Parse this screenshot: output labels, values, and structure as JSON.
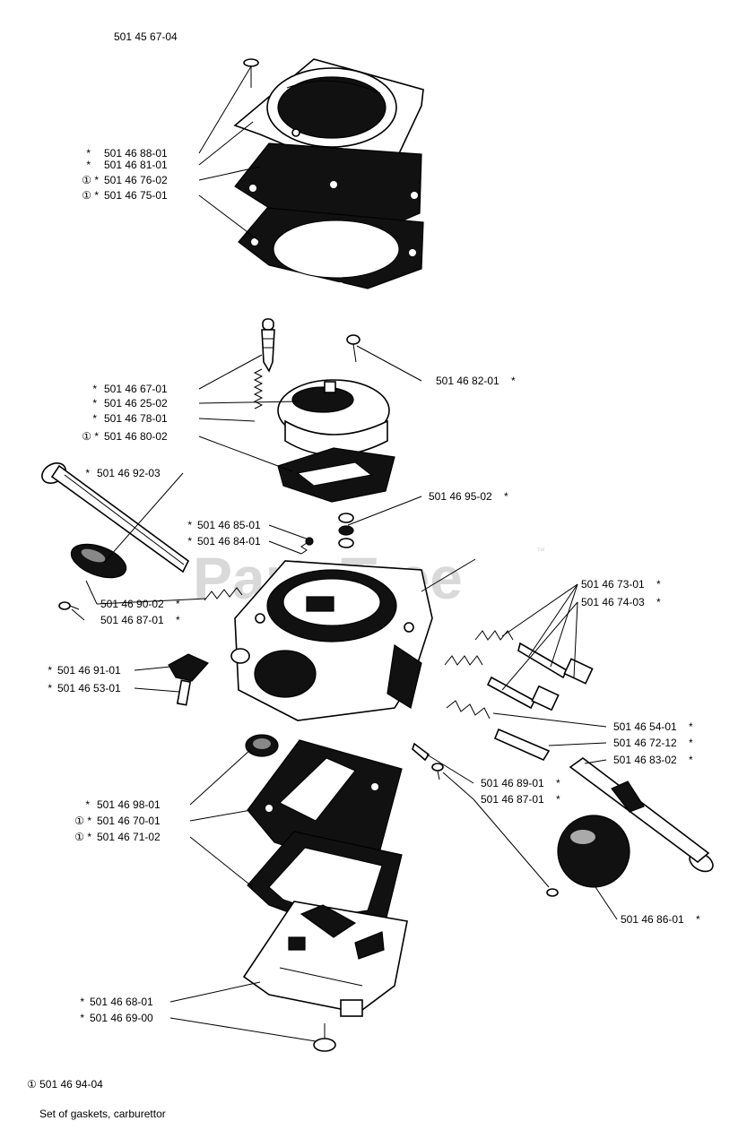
{
  "assembly_number": "501 45 67-04",
  "watermark": "PartsTree",
  "watermark_tm": "™",
  "labels": [
    {
      "id": "p8801",
      "text": "501 46 88-01",
      "prefix": "*",
      "suffix": ""
    },
    {
      "id": "p8101",
      "text": "501 46 81-01",
      "prefix": "*",
      "suffix": ""
    },
    {
      "id": "p7602",
      "text": "501 46 76-02",
      "prefix": "① *",
      "suffix": ""
    },
    {
      "id": "p7501",
      "text": "501 46 75-01",
      "prefix": "① *",
      "suffix": ""
    },
    {
      "id": "p6701",
      "text": "501 46 67-01",
      "prefix": "*",
      "suffix": ""
    },
    {
      "id": "p2502",
      "text": "501 46 25-02",
      "prefix": "*",
      "suffix": ""
    },
    {
      "id": "p7801",
      "text": "501 46 78-01",
      "prefix": "*",
      "suffix": ""
    },
    {
      "id": "p8002",
      "text": "501 46 80-02",
      "prefix": "① *",
      "suffix": ""
    },
    {
      "id": "p8201",
      "text": "501 46 82-01",
      "prefix": "",
      "suffix": "*"
    },
    {
      "id": "p9203",
      "text": "501 46 92-03",
      "prefix": "*",
      "suffix": ""
    },
    {
      "id": "p9502",
      "text": "501 46 95-02",
      "prefix": "",
      "suffix": "*"
    },
    {
      "id": "p8501",
      "text": "501 46 85-01",
      "prefix": "*",
      "suffix": ""
    },
    {
      "id": "p8401",
      "text": "501 46 84-01",
      "prefix": "*",
      "suffix": ""
    },
    {
      "id": "p7301",
      "text": "501 46 73-01",
      "prefix": "",
      "suffix": "*"
    },
    {
      "id": "p7403",
      "text": "501 46 74-03",
      "prefix": "",
      "suffix": "*"
    },
    {
      "id": "p9002",
      "text": "501 46 90-02",
      "prefix": "",
      "suffix": "*"
    },
    {
      "id": "p8701a",
      "text": "501 46 87-01",
      "prefix": "",
      "suffix": "*"
    },
    {
      "id": "p9101",
      "text": "501 46 91-01",
      "prefix": "*",
      "suffix": ""
    },
    {
      "id": "p5301",
      "text": "501 46 53-01",
      "prefix": "*",
      "suffix": ""
    },
    {
      "id": "p5401",
      "text": "501 46 54-01",
      "prefix": "",
      "suffix": "*"
    },
    {
      "id": "p7212",
      "text": "501 46 72-12",
      "prefix": "",
      "suffix": "*"
    },
    {
      "id": "p8302",
      "text": "501 46 83-02",
      "prefix": "",
      "suffix": "*"
    },
    {
      "id": "p8901",
      "text": "501 46 89-01",
      "prefix": "",
      "suffix": "*"
    },
    {
      "id": "p8701b",
      "text": "501 46 87-01",
      "prefix": "",
      "suffix": "*"
    },
    {
      "id": "p9801",
      "text": "501 46 98-01",
      "prefix": "*",
      "suffix": ""
    },
    {
      "id": "p7001",
      "text": "501 46 70-01",
      "prefix": "① *",
      "suffix": ""
    },
    {
      "id": "p7102",
      "text": "501 46 71-02",
      "prefix": "① *",
      "suffix": ""
    },
    {
      "id": "p8601",
      "text": "501 46 86-01",
      "prefix": "",
      "suffix": "*"
    },
    {
      "id": "p6801",
      "text": "501 46 68-01",
      "prefix": "*",
      "suffix": ""
    },
    {
      "id": "p6900",
      "text": "501 46 69-00",
      "prefix": "*",
      "suffix": ""
    }
  ],
  "footer": {
    "kit_number": "① 501 46 94-04",
    "kit_description": "Set of gaskets, carburettor"
  }
}
